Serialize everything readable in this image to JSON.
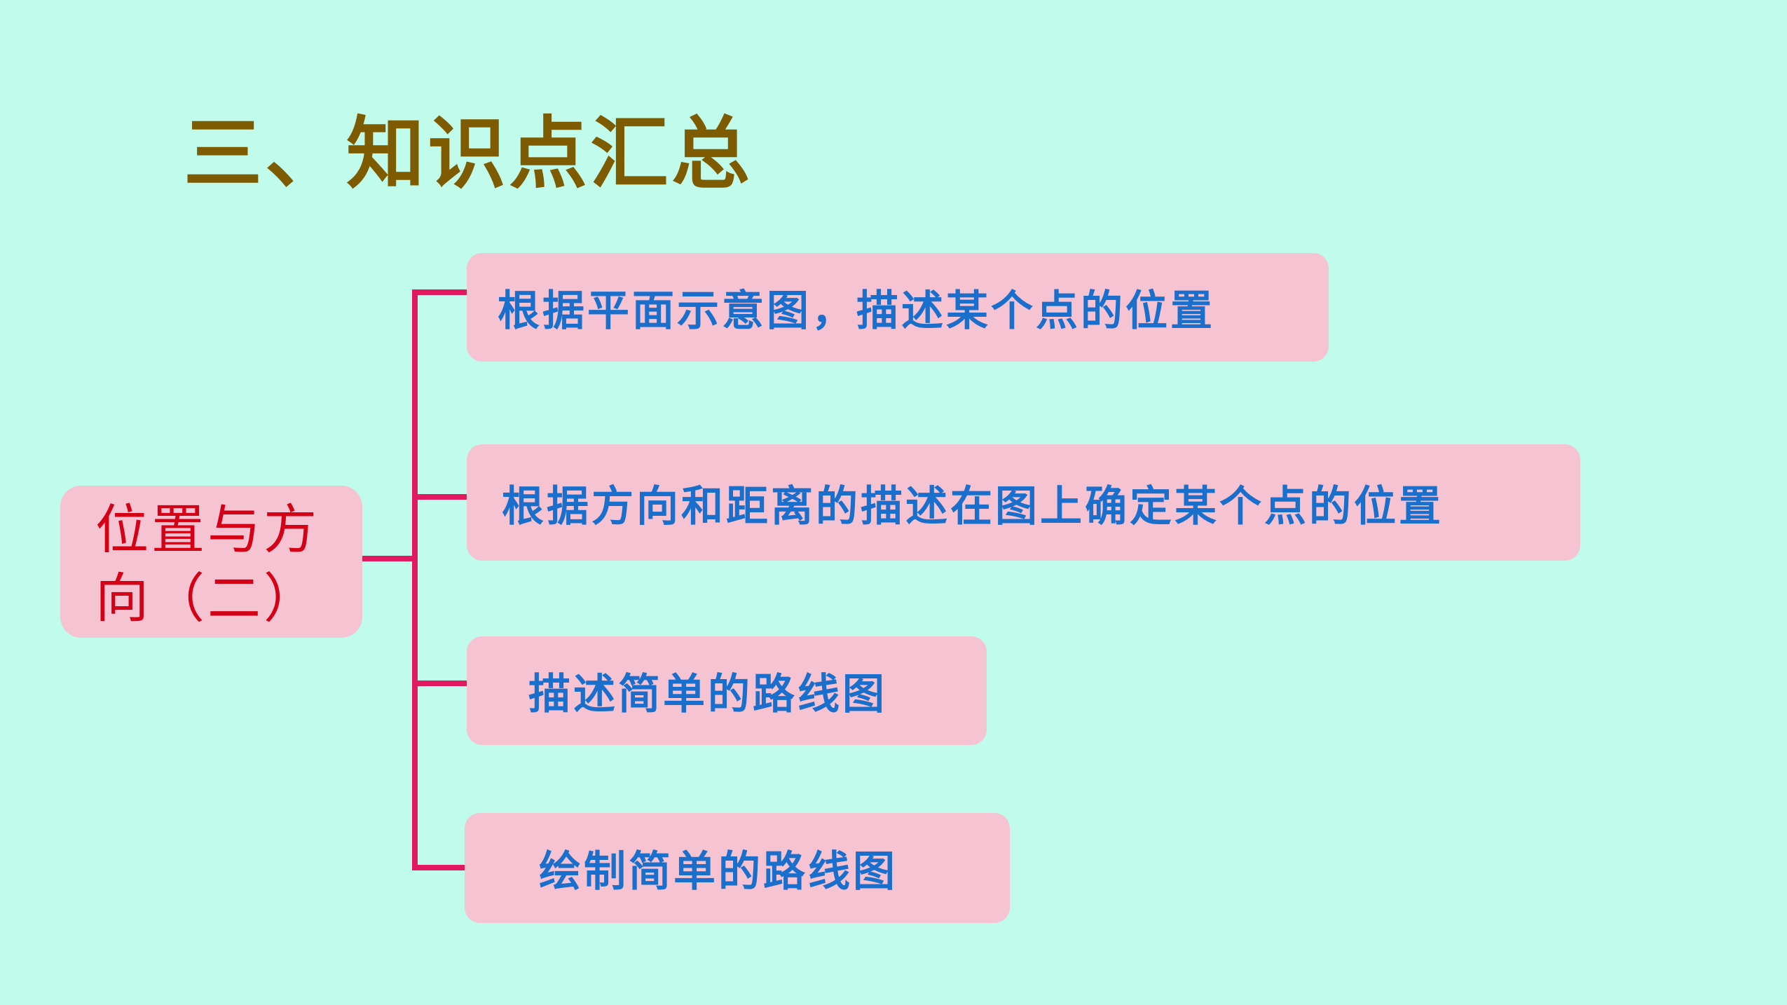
{
  "title": "三、知识点汇总",
  "root": {
    "line1": "位置与方",
    "line2": "向（二）"
  },
  "branches": [
    {
      "label": "根据平面示意图，描述某个点的位置"
    },
    {
      "label": "根据方向和距离的描述在图上确定某个点的位置"
    },
    {
      "label": "描述简单的路线图"
    },
    {
      "label": "绘制简单的路线图"
    }
  ],
  "colors": {
    "background": "#c1fbeb",
    "title": "#7f5b00",
    "box_fill": "#f6c3d2",
    "root_text": "#d40015",
    "branch_text": "#1b6fcc",
    "connector": "#e2195e"
  }
}
